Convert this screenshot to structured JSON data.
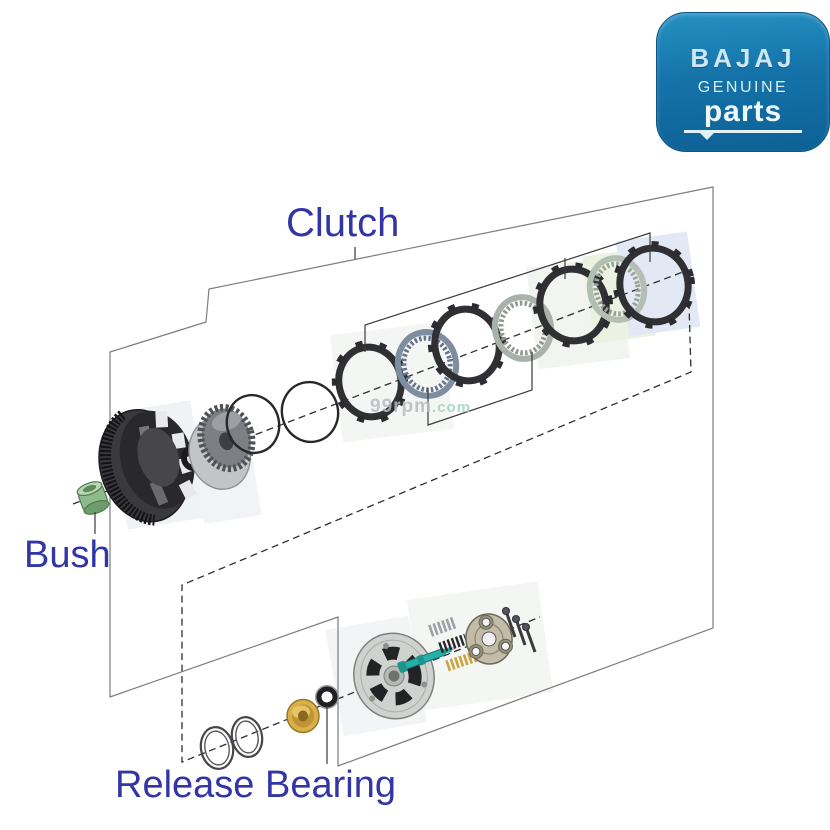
{
  "labels": {
    "clutch": "Clutch",
    "bush": "Bush",
    "release_bearing": "Release Bearing"
  },
  "watermark": {
    "site": "99rpm",
    "tld": ".com"
  },
  "logo": {
    "brand": "BAJAJ",
    "line1": "GENUINE",
    "line2": "parts"
  },
  "colors": {
    "label_text": "#3135a6",
    "logo_bg_top": "#2591c3",
    "logo_bg_bottom": "#0d6094",
    "logo_text": "#dff2f7",
    "watermark_gray": "#b7bcc2",
    "watermark_teal": "#9fd2c6",
    "bush_green": "#8fba8c",
    "brass_nut": "#d8b04a",
    "teal_shaft": "#27b0a8",
    "friction_plate_dark": "#303034",
    "steel_plate_blue": "#7e8ea0",
    "steel_plate_light": "#a9b2aa",
    "frame_line": "#7d7d7d",
    "axis_line": "#2e2e2e"
  }
}
